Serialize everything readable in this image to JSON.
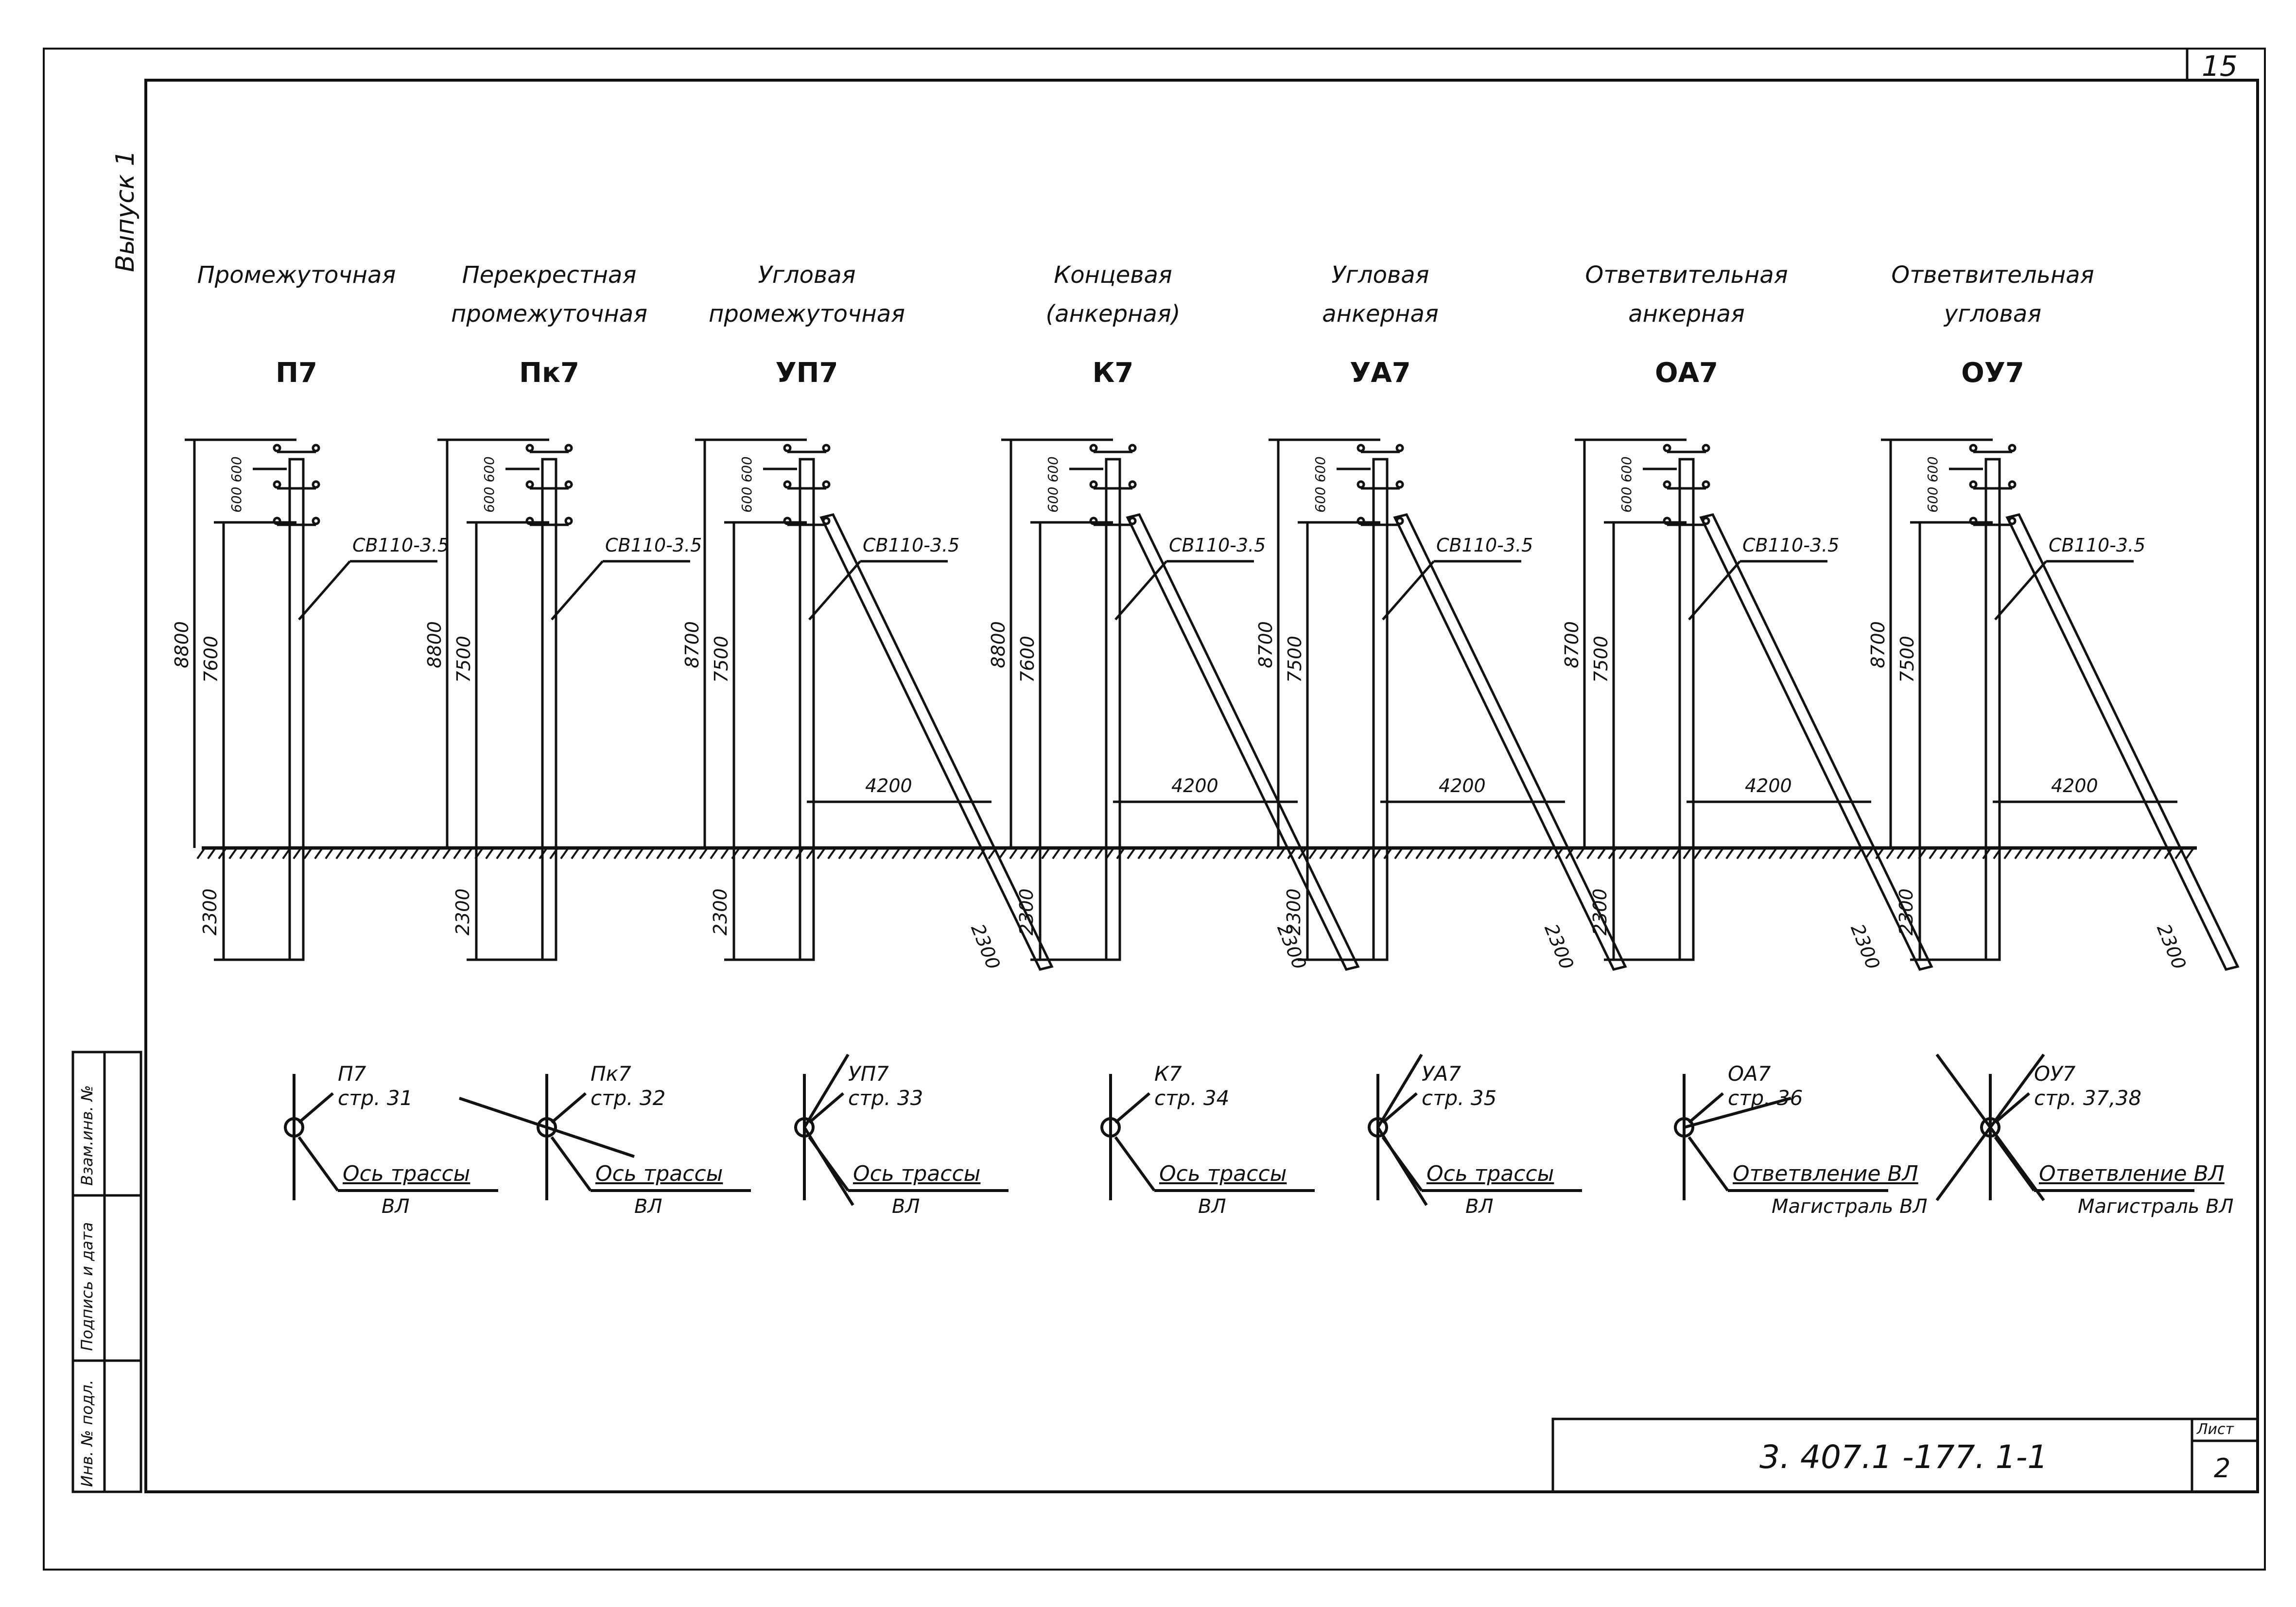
{
  "sheet": {
    "page_number": "15",
    "issue_label": "Выпуск 1",
    "document_code": "3. 407.1 -177. 1-1",
    "sheet_label": "Лист",
    "sheet_number": "2",
    "margin_labels": [
      "Инв. № подл.",
      "Подпись и дата",
      "Взам.инв. №"
    ]
  },
  "supports": [
    {
      "title": "Промежуточная",
      "subtitle": "",
      "code": "П7",
      "dims": {
        "total": "8800",
        "above": "7600",
        "below": "2300",
        "spacing": "600 600"
      },
      "wire": "СВ110-3.5",
      "brace": null,
      "plan": {
        "ref_code": "П7",
        "page": "стр. 31",
        "axis": "Ось трассы",
        "axis_sub": "ВЛ"
      }
    },
    {
      "title": "Перекрестная",
      "subtitle": "промежуточная",
      "code": "Пк7",
      "dims": {
        "total": "8800",
        "above": "7500",
        "below": "2300",
        "spacing": "600 600"
      },
      "wire": "СВ110-3.5",
      "brace": null,
      "plan": {
        "ref_code": "Пк7",
        "page": "стр. 32",
        "axis": "Ось трассы",
        "axis_sub": "ВЛ"
      }
    },
    {
      "title": "Угловая",
      "subtitle": "промежуточная",
      "code": "УП7",
      "dims": {
        "total": "8700",
        "above": "7500",
        "below": "2300",
        "spacing": "600 600"
      },
      "wire": "СВ110-3.5",
      "brace": "4200",
      "brace_below": "2300",
      "plan": {
        "ref_code": "УП7",
        "page": "стр. 33",
        "axis": "Ось трассы",
        "axis_sub": "ВЛ"
      }
    },
    {
      "title": "Концевая",
      "subtitle": "(анкерная)",
      "code": "К7",
      "dims": {
        "total": "8800",
        "above": "7600",
        "below": "2300",
        "spacing": "600 600"
      },
      "wire": "СВ110-3.5",
      "brace": "4200",
      "brace_below": "2300",
      "plan": {
        "ref_code": "К7",
        "page": "стр. 34",
        "axis": "Ось трассы",
        "axis_sub": "ВЛ"
      }
    },
    {
      "title": "Угловая",
      "subtitle": "анкерная",
      "code": "УА7",
      "dims": {
        "total": "8700",
        "above": "7500",
        "below": "2300",
        "spacing": "600 600"
      },
      "wire": "СВ110-3.5",
      "brace": "4200",
      "brace_below": "2300",
      "plan": {
        "ref_code": "УА7",
        "page": "стр. 35",
        "axis": "Ось трассы",
        "axis_sub": "ВЛ"
      }
    },
    {
      "title": "Ответвительная",
      "subtitle": "анкерная",
      "code": "ОА7",
      "dims": {
        "total": "8700",
        "above": "7500",
        "below": "2300",
        "spacing": "600 600"
      },
      "wire": "СВ110-3.5",
      "brace": "4200",
      "brace_below": "2300",
      "plan": {
        "ref_code": "ОА7",
        "page": "стр. 36",
        "axis": "Ответвление ВЛ",
        "axis_sub": "Магистраль ВЛ"
      }
    },
    {
      "title": "Ответвительная",
      "subtitle": "угловая",
      "code": "ОУ7",
      "dims": {
        "total": "8700",
        "above": "7500",
        "below": "2300",
        "spacing": "600 600"
      },
      "wire": "СВ110-3.5",
      "brace": "4200",
      "brace_below": "2300",
      "plan": {
        "ref_code": "ОУ7",
        "page": "стр. 37,38",
        "axis": "Ответвление ВЛ",
        "axis_sub": "Магистраль ВЛ"
      }
    }
  ]
}
